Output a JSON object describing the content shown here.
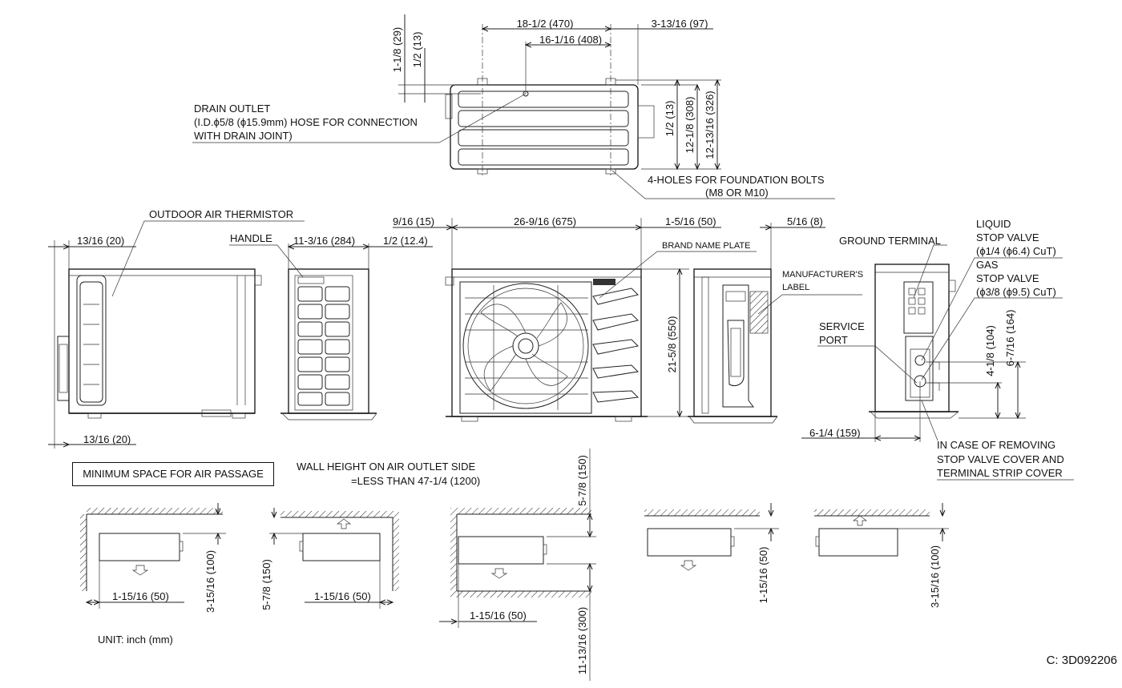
{
  "labels": {
    "drain_outlet_1": "DRAIN OUTLET",
    "drain_outlet_2": "(I.D.ϕ5/8 (ϕ15.9mm) HOSE FOR CONNECTION",
    "drain_outlet_3": "WITH DRAIN JOINT)",
    "foundation_1": "4-HOLES FOR FOUNDATION BOLTS",
    "foundation_2": "(M8 OR M10)",
    "outdoor_thermistor": "OUTDOOR AIR THERMISTOR",
    "handle": "HANDLE",
    "brand_plate": "BRAND NAME PLATE",
    "manufacturer_1": "MANUFACTURER'S",
    "manufacturer_2": "LABEL",
    "ground_terminal": "GROUND TERMINAL",
    "liquid_1": "LIQUID",
    "liquid_2": "STOP VALVE",
    "liquid_3": "(ϕ1/4 (ϕ6.4) CuT)",
    "gas_1": "GAS",
    "gas_2": "STOP VALVE",
    "gas_3": "(ϕ3/8 (ϕ9.5) CuT)",
    "service_1": "SERVICE",
    "service_2": "PORT",
    "removing_1": "IN CASE OF REMOVING",
    "removing_2": "STOP VALVE COVER AND",
    "removing_3": "TERMINAL STRIP COVER",
    "min_space": "MINIMUM SPACE FOR AIR PASSAGE",
    "wall_height_1": "WALL HEIGHT ON AIR OUTLET SIDE",
    "wall_height_2": "=LESS THAN 47-1/4 (1200)",
    "unit": "UNIT: inch (mm)",
    "drawing_code": "C: 3D092206"
  },
  "dims": {
    "top_w1": "18-1/2 (470)",
    "top_w2": "16-1/16 (408)",
    "top_w3": "3-13/16 (97)",
    "top_v1": "1-1/8 (29)",
    "top_v2": "1/2 (13)",
    "top_v3": "1/2 (13)",
    "top_v4": "12-1/8 (308)",
    "top_v5": "12-13/16 (326)",
    "left_1": "13/16 (20)",
    "left_2": "13/16 (20)",
    "side_1": "11-3/16 (284)",
    "side_2": "1/2 (12.4)",
    "front_1": "9/16 (15)",
    "front_2": "26-9/16 (675)",
    "front_3": "1-5/16 (50)",
    "front_4": "21-5/8 (550)",
    "right_1": "5/16 (8)",
    "rs_1": "4-1/8 (104)",
    "rs_2": "6-7/16 (164)",
    "rs_3": "6-1/4 (159)",
    "sp_1": "1-15/16 (50)",
    "sp_2": "3-15/16 (100)",
    "sp_3": "5-7/8 (150)",
    "sp_4": "1-15/16 (50)",
    "sp_5": "5-7/8 (150)",
    "sp_6": "11-13/16 (300)",
    "sp_7": "1-15/16 (50)",
    "sp_8": "1-15/16 (50)",
    "sp_9": "3-15/16 (100)"
  }
}
